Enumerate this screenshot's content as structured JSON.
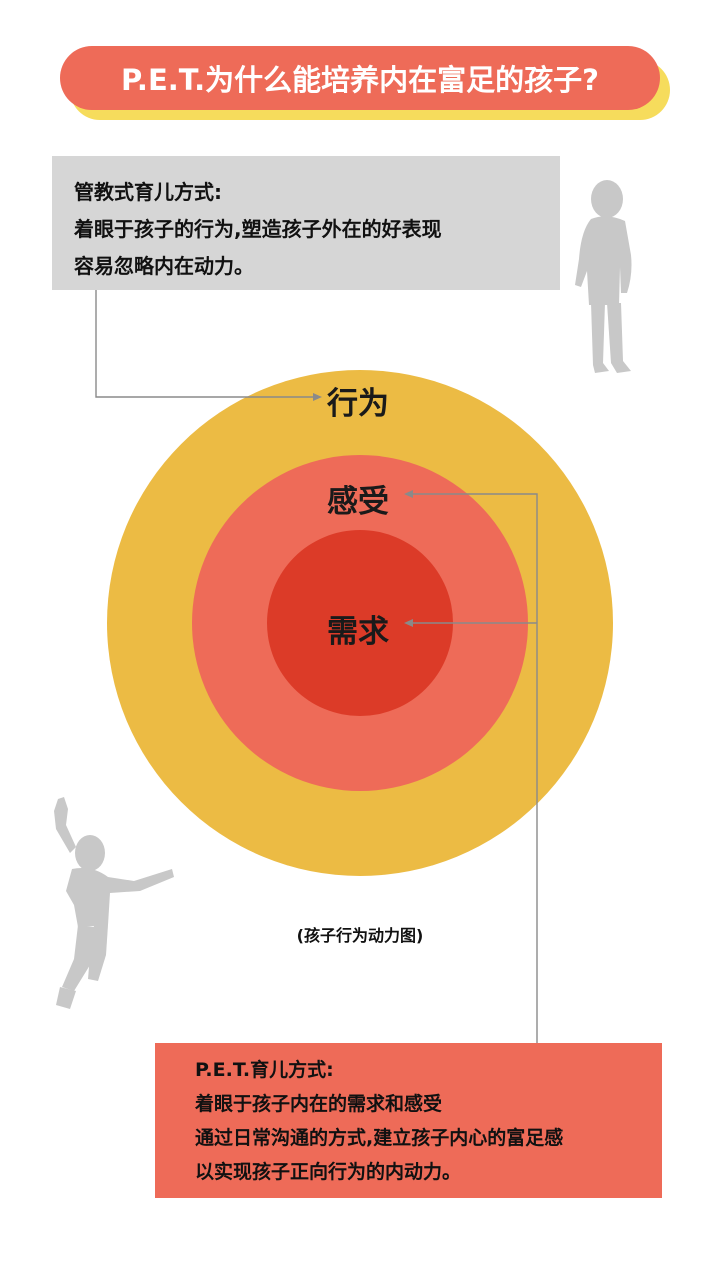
{
  "title": "P.E.T.为什么能培养内在富足的孩子?",
  "traditional": {
    "heading": "管教式育儿方式:",
    "line1": "着眼于孩子的行为,塑造孩子外在的好表现",
    "line2": "容易忽略内在动力。"
  },
  "rings": {
    "outer": "行为",
    "middle": "感受",
    "inner": "需求"
  },
  "caption": "(孩子行为动力图)",
  "pet": {
    "heading": "P.E.T.育儿方式:",
    "line1": "着眼于孩子内在的需求和感受",
    "line2": "通过日常沟通的方式,建立孩子内心的富足感",
    "line3": "以实现孩子正向行为的内动力。"
  },
  "colors": {
    "outer_ring": "#ecbb44",
    "middle_ring": "#ee6b58",
    "inner_ring": "#dc3b28",
    "title_bg": "#ee6b58",
    "title_shadow": "#f6dc5c",
    "gray_box": "#d6d6d6",
    "red_box": "#ee6b58",
    "silhouette": "#c8c8c8",
    "connector": "#8a8a8a"
  },
  "icons": [
    "child-standing-silhouette",
    "child-jumping-silhouette"
  ]
}
